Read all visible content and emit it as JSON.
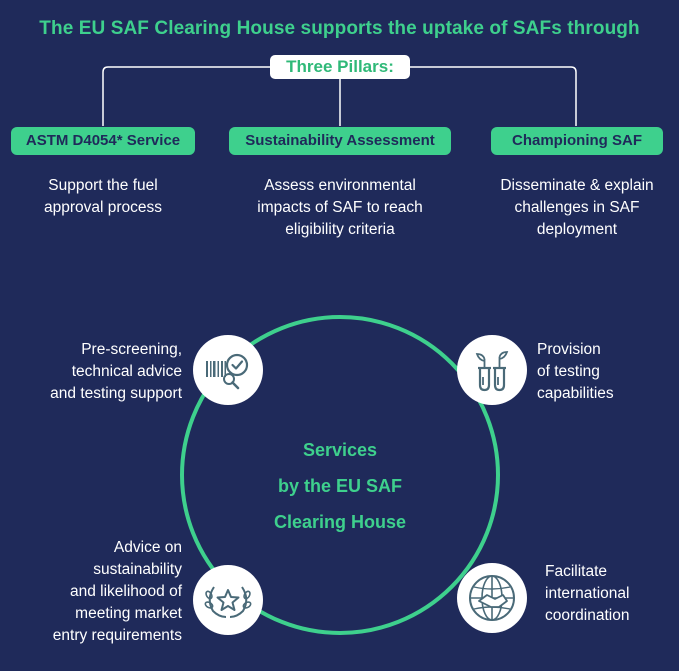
{
  "title": "The EU SAF Clearing House supports the uptake of SAFs through",
  "pillars_label": "Three Pillars:",
  "pillars": [
    {
      "name": "ASTM D4054* Service",
      "description": [
        "Support the fuel",
        "approval process"
      ]
    },
    {
      "name": "Sustainability Assessment",
      "description": [
        "Assess environmental",
        "impacts of SAF to reach",
        "eligibility criteria"
      ]
    },
    {
      "name": "Championing SAF",
      "description": [
        "Disseminate & explain",
        "challenges in SAF",
        "deployment"
      ]
    }
  ],
  "center": [
    "Services",
    "by the EU SAF",
    "Clearing House"
  ],
  "services": [
    {
      "icon": "barcode-magnifier-check-icon",
      "lines": [
        "Pre-screening,",
        "technical advice",
        "and testing support"
      ]
    },
    {
      "icon": "test-tubes-plant-icon",
      "lines": [
        "Provision",
        "of testing",
        "capabilities"
      ]
    },
    {
      "icon": "laurel-star-icon",
      "lines": [
        "Advice on",
        "sustainability",
        "and likelihood of",
        "meeting market",
        "entry requirements"
      ]
    },
    {
      "icon": "globe-handshake-icon",
      "lines": [
        "Facilitate",
        "international",
        "coordination"
      ]
    }
  ],
  "colors": {
    "background": "#1f2a5a",
    "accent": "#3ed08d",
    "text": "#ffffff"
  }
}
